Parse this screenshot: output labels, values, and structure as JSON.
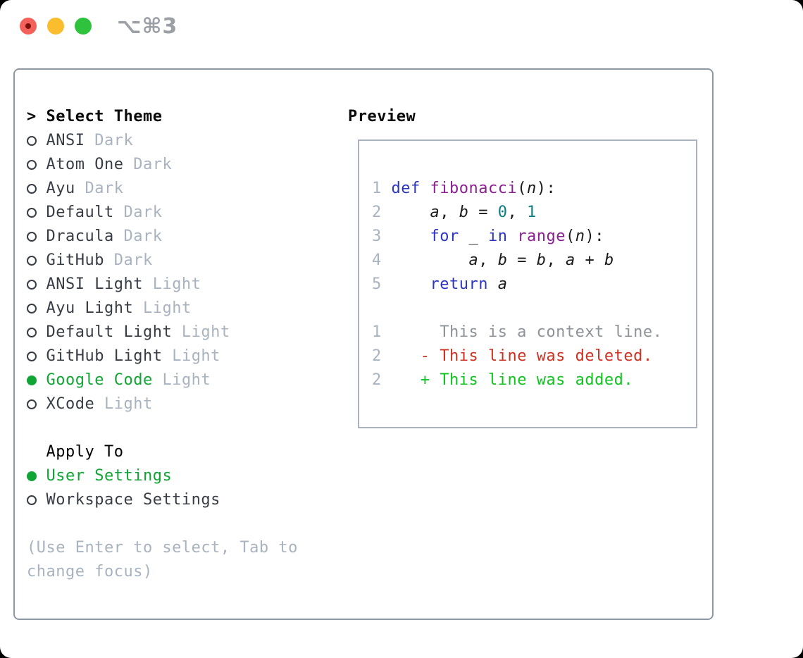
{
  "window": {
    "title": "⌥⌘3"
  },
  "colors": {
    "keyword": "#2b35c4",
    "function": "#8a2190",
    "number": "#0e7d84",
    "plain": "#1a1a1a",
    "context": "#8e9399",
    "deleted": "#cc3222",
    "added": "#0fc41e",
    "selected_green": "#10a535",
    "item_text": "#383d45",
    "muted": "#a9b3bf",
    "traffic_red": "#f4605a",
    "traffic_yellow": "#f9bd2e",
    "traffic_green": "#2ec23d"
  },
  "theme_list": {
    "header_marker": ">",
    "header": "Select Theme",
    "items": [
      {
        "name": "ANSI",
        "variant": "Dark",
        "selected": false
      },
      {
        "name": "Atom One",
        "variant": "Dark",
        "selected": false
      },
      {
        "name": "Ayu",
        "variant": "Dark",
        "selected": false
      },
      {
        "name": "Default",
        "variant": "Dark",
        "selected": false
      },
      {
        "name": "Dracula",
        "variant": "Dark",
        "selected": false
      },
      {
        "name": "GitHub",
        "variant": "Dark",
        "selected": false
      },
      {
        "name": "ANSI Light",
        "variant": "Light",
        "selected": false
      },
      {
        "name": "Ayu Light",
        "variant": "Light",
        "selected": false
      },
      {
        "name": "Default Light",
        "variant": "Light",
        "selected": false
      },
      {
        "name": "GitHub Light",
        "variant": "Light",
        "selected": false
      },
      {
        "name": "Google Code",
        "variant": "Light",
        "selected": true
      },
      {
        "name": "XCode",
        "variant": "Light",
        "selected": false
      }
    ]
  },
  "apply_to": {
    "header": "Apply To",
    "items": [
      {
        "name": "User Settings",
        "selected": true
      },
      {
        "name": "Workspace Settings",
        "selected": false
      }
    ]
  },
  "help_text": "(Use Enter to select, Tab to change focus)",
  "preview": {
    "header": "Preview",
    "code_lines": [
      {
        "num": "1",
        "segments": [
          {
            "text": "def",
            "color": "keyword"
          },
          {
            "text": " "
          },
          {
            "text": "fibonacci",
            "color": "function"
          },
          {
            "text": "("
          },
          {
            "text": "n",
            "italic": true
          },
          {
            "text": "):"
          }
        ]
      },
      {
        "num": "2",
        "segments": [
          {
            "text": "    "
          },
          {
            "text": "a",
            "italic": true
          },
          {
            "text": ", "
          },
          {
            "text": "b",
            "italic": true
          },
          {
            "text": " = "
          },
          {
            "text": "0",
            "color": "number"
          },
          {
            "text": ", "
          },
          {
            "text": "1",
            "color": "number"
          }
        ]
      },
      {
        "num": "3",
        "segments": [
          {
            "text": "    "
          },
          {
            "text": "for",
            "color": "keyword"
          },
          {
            "text": " _ "
          },
          {
            "text": "in",
            "color": "keyword"
          },
          {
            "text": " "
          },
          {
            "text": "range",
            "color": "function"
          },
          {
            "text": "("
          },
          {
            "text": "n",
            "italic": true
          },
          {
            "text": "):"
          }
        ]
      },
      {
        "num": "4",
        "segments": [
          {
            "text": "        "
          },
          {
            "text": "a",
            "italic": true
          },
          {
            "text": ", "
          },
          {
            "text": "b",
            "italic": true
          },
          {
            "text": " = "
          },
          {
            "text": "b",
            "italic": true
          },
          {
            "text": ", "
          },
          {
            "text": "a",
            "italic": true
          },
          {
            "text": " + "
          },
          {
            "text": "b",
            "italic": true
          }
        ]
      },
      {
        "num": "5",
        "segments": [
          {
            "text": "    "
          },
          {
            "text": "return",
            "color": "keyword"
          },
          {
            "text": " "
          },
          {
            "text": "a",
            "italic": true
          }
        ]
      }
    ],
    "diff_lines": [
      {
        "num": "1",
        "segments": [
          {
            "text": "     This is a context line.",
            "color": "context"
          }
        ]
      },
      {
        "num": "2",
        "segments": [
          {
            "text": "   "
          },
          {
            "text": "- This line was deleted.",
            "color": "deleted"
          }
        ]
      },
      {
        "num": "2",
        "segments": [
          {
            "text": "   "
          },
          {
            "text": "+ This line was added.",
            "color": "added"
          }
        ]
      }
    ]
  }
}
